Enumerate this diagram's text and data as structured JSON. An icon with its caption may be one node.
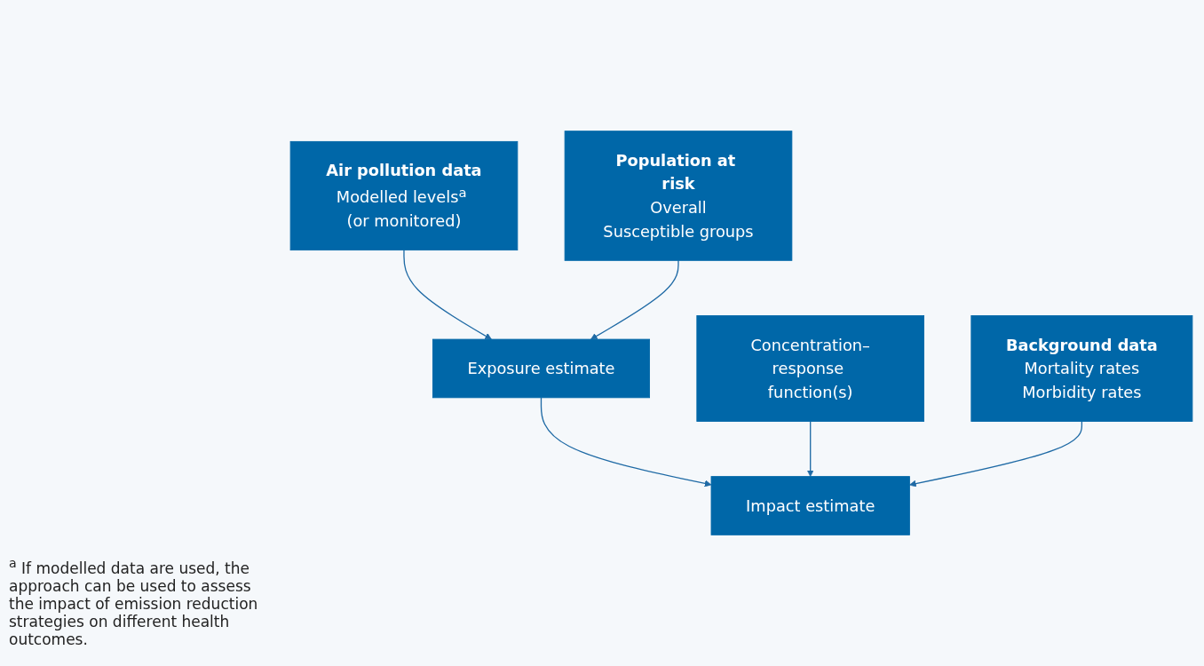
{
  "diagram": {
    "nodes": [
      {
        "text": [
          "Air pollution data",
          "Modelled levels$^{a}$ (or monitored)"
        ]
      },
      {
        "text": [
          "Population at risk",
          "Overall",
          "Susceptible groups"
        ]
      },
      {
        "text": [
          "Exposure estimate"
        ]
      },
      {
        "text": [
          "Concentration–response function(s)"
        ]
      },
      {
        "text": [
          "Background data",
          "Mortality rates",
          "Morbidity rates"
        ]
      },
      {
        "text": [
          "Impact estimate"
        ]
      }
    ],
    "edges": [
      {
        "from": 0,
        "to": 2,
        "arrow": "to"
      },
      {
        "from": 1,
        "to": 2,
        "arrow": "to"
      },
      {
        "from": 2,
        "to": 5,
        "arrow": "to"
      },
      {
        "from": 3,
        "to": 5,
        "arrow": "to"
      },
      {
        "from": 4,
        "to": 5,
        "arrow": "to"
      }
    ],
    "labels": [
      "$^{a}$ If modelled data are used, the approach can be used to assess the impact of emission reduction strategies on different health outcomes."
    ]
  }
}
